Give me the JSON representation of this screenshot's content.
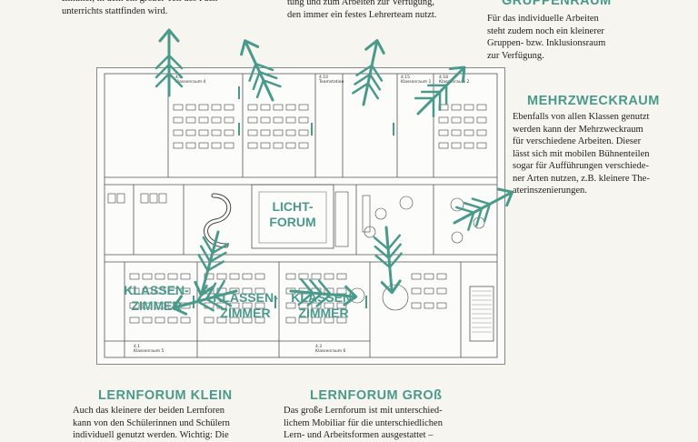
{
  "texts": {
    "top_left": "Zimmer, in dem ein großer Teil des Fach-\nunterrichts stattfinden wird.",
    "top_center": "tung und zum Arbeiten zur Verfügung,\nden immer ein festes Lehrerteam nutzt.",
    "gruppenraum_heading": "GRUPPENRAUM",
    "gruppenraum_body": "Für das individuelle Arbeiten\nsteht zudem noch ein kleinerer\nGruppen- bzw. Inklusionsraum\nzur Verfügung.",
    "mehrzweck_heading": "MEHRZWECKRAUM",
    "mehrzweck_body": "Ebenfalls von allen Klassen genutzt\nwerden kann der Mehrzweckraum\nfür verschiedene Arbeiten. Dieser\nlässt sich mit mobilen Bühnenteilen\nsogar für Aufführungen verschiede-\nner Arten nutzen, z.B. kleinere The-\naterinszenierungen.",
    "lernforum_klein_heading": "LERNFORUM KLEIN",
    "lernforum_klein_body": "Auch das kleinere der beiden Lernforen\nkann von den Schülerinnen und Schülern\nindividuell genutzt werden. Wichtig: Die",
    "lernforum_gross_heading": "LERNFORUM GROß",
    "lernforum_gross_body": "Das große Lernforum ist mit unterschied-\nlichem Mobiliar für die unterschiedlichen\nLern- und Arbeitsformen ausgestattet –"
  },
  "plan_labels": {
    "lichtforum": "LICHT-\nFORUM",
    "klassenzimmer_1": "KLASSEN-\nZIMMER",
    "klassenzimmer_2": "KLASSEN-\nZIMMER",
    "klassenzimmer_3": "KLASSEN-\nZIMMER"
  },
  "plan_small_text": {
    "room_a": "4.6\nKlassenraum 4",
    "room_b": "4.10\nTeamstation",
    "room_c": "4.15\nKlassenraum 1",
    "room_d": "4.18\nKlassenraum 2",
    "room_e": "4.1\nKlassenraum 5",
    "room_f": "4.3\nKlassenraum 6"
  },
  "colors": {
    "accent": "#4a9a8c",
    "background": "#f6f5ef"
  }
}
